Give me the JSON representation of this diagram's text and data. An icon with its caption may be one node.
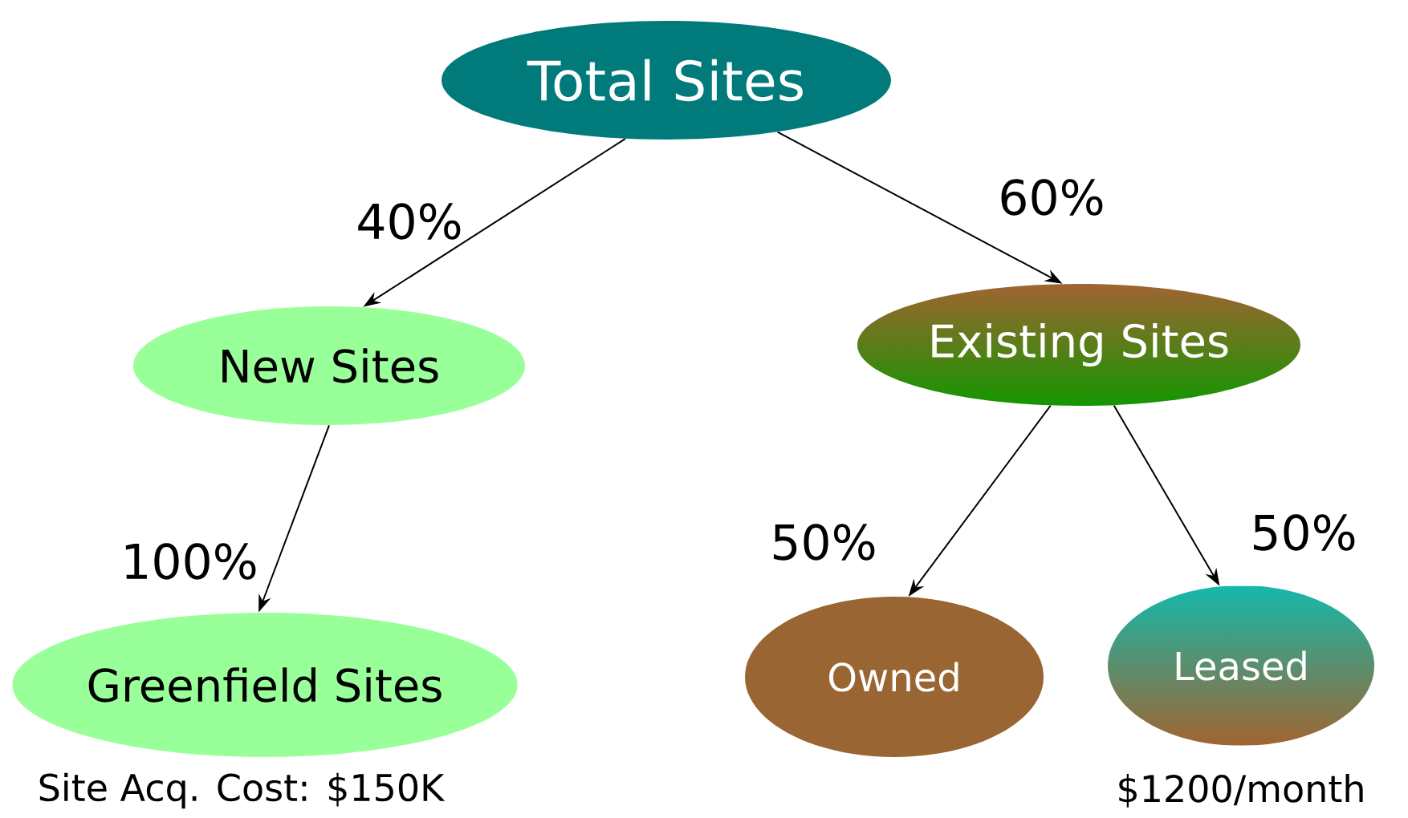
{
  "diagram": {
    "nodes": [
      {
        "text": [
          "Total Sites"
        ]
      },
      {
        "text": [
          "New Sites"
        ]
      },
      {
        "text": [
          "Existing Sites"
        ]
      },
      {
        "text": [
          "Greenfield Sites"
        ],
        "beside": [
          "Site Acq. Cost: $150K"
        ]
      },
      {
        "text": [
          "Owned"
        ]
      },
      {
        "text": [
          "Leased"
        ],
        "beside": [
          "$1200/month"
        ]
      }
    ],
    "edges": [
      {
        "from": 0,
        "to": 1,
        "arrow": "to",
        "label": "40%"
      },
      {
        "from": 0,
        "to": 2,
        "arrow": "to",
        "label": "60%"
      },
      {
        "from": 1,
        "to": 3,
        "arrow": "to",
        "label": "100%"
      },
      {
        "from": 2,
        "to": 4,
        "arrow": "to",
        "label": "50%"
      },
      {
        "from": 2,
        "to": 5,
        "arrow": "to",
        "label": "50%"
      }
    ]
  }
}
